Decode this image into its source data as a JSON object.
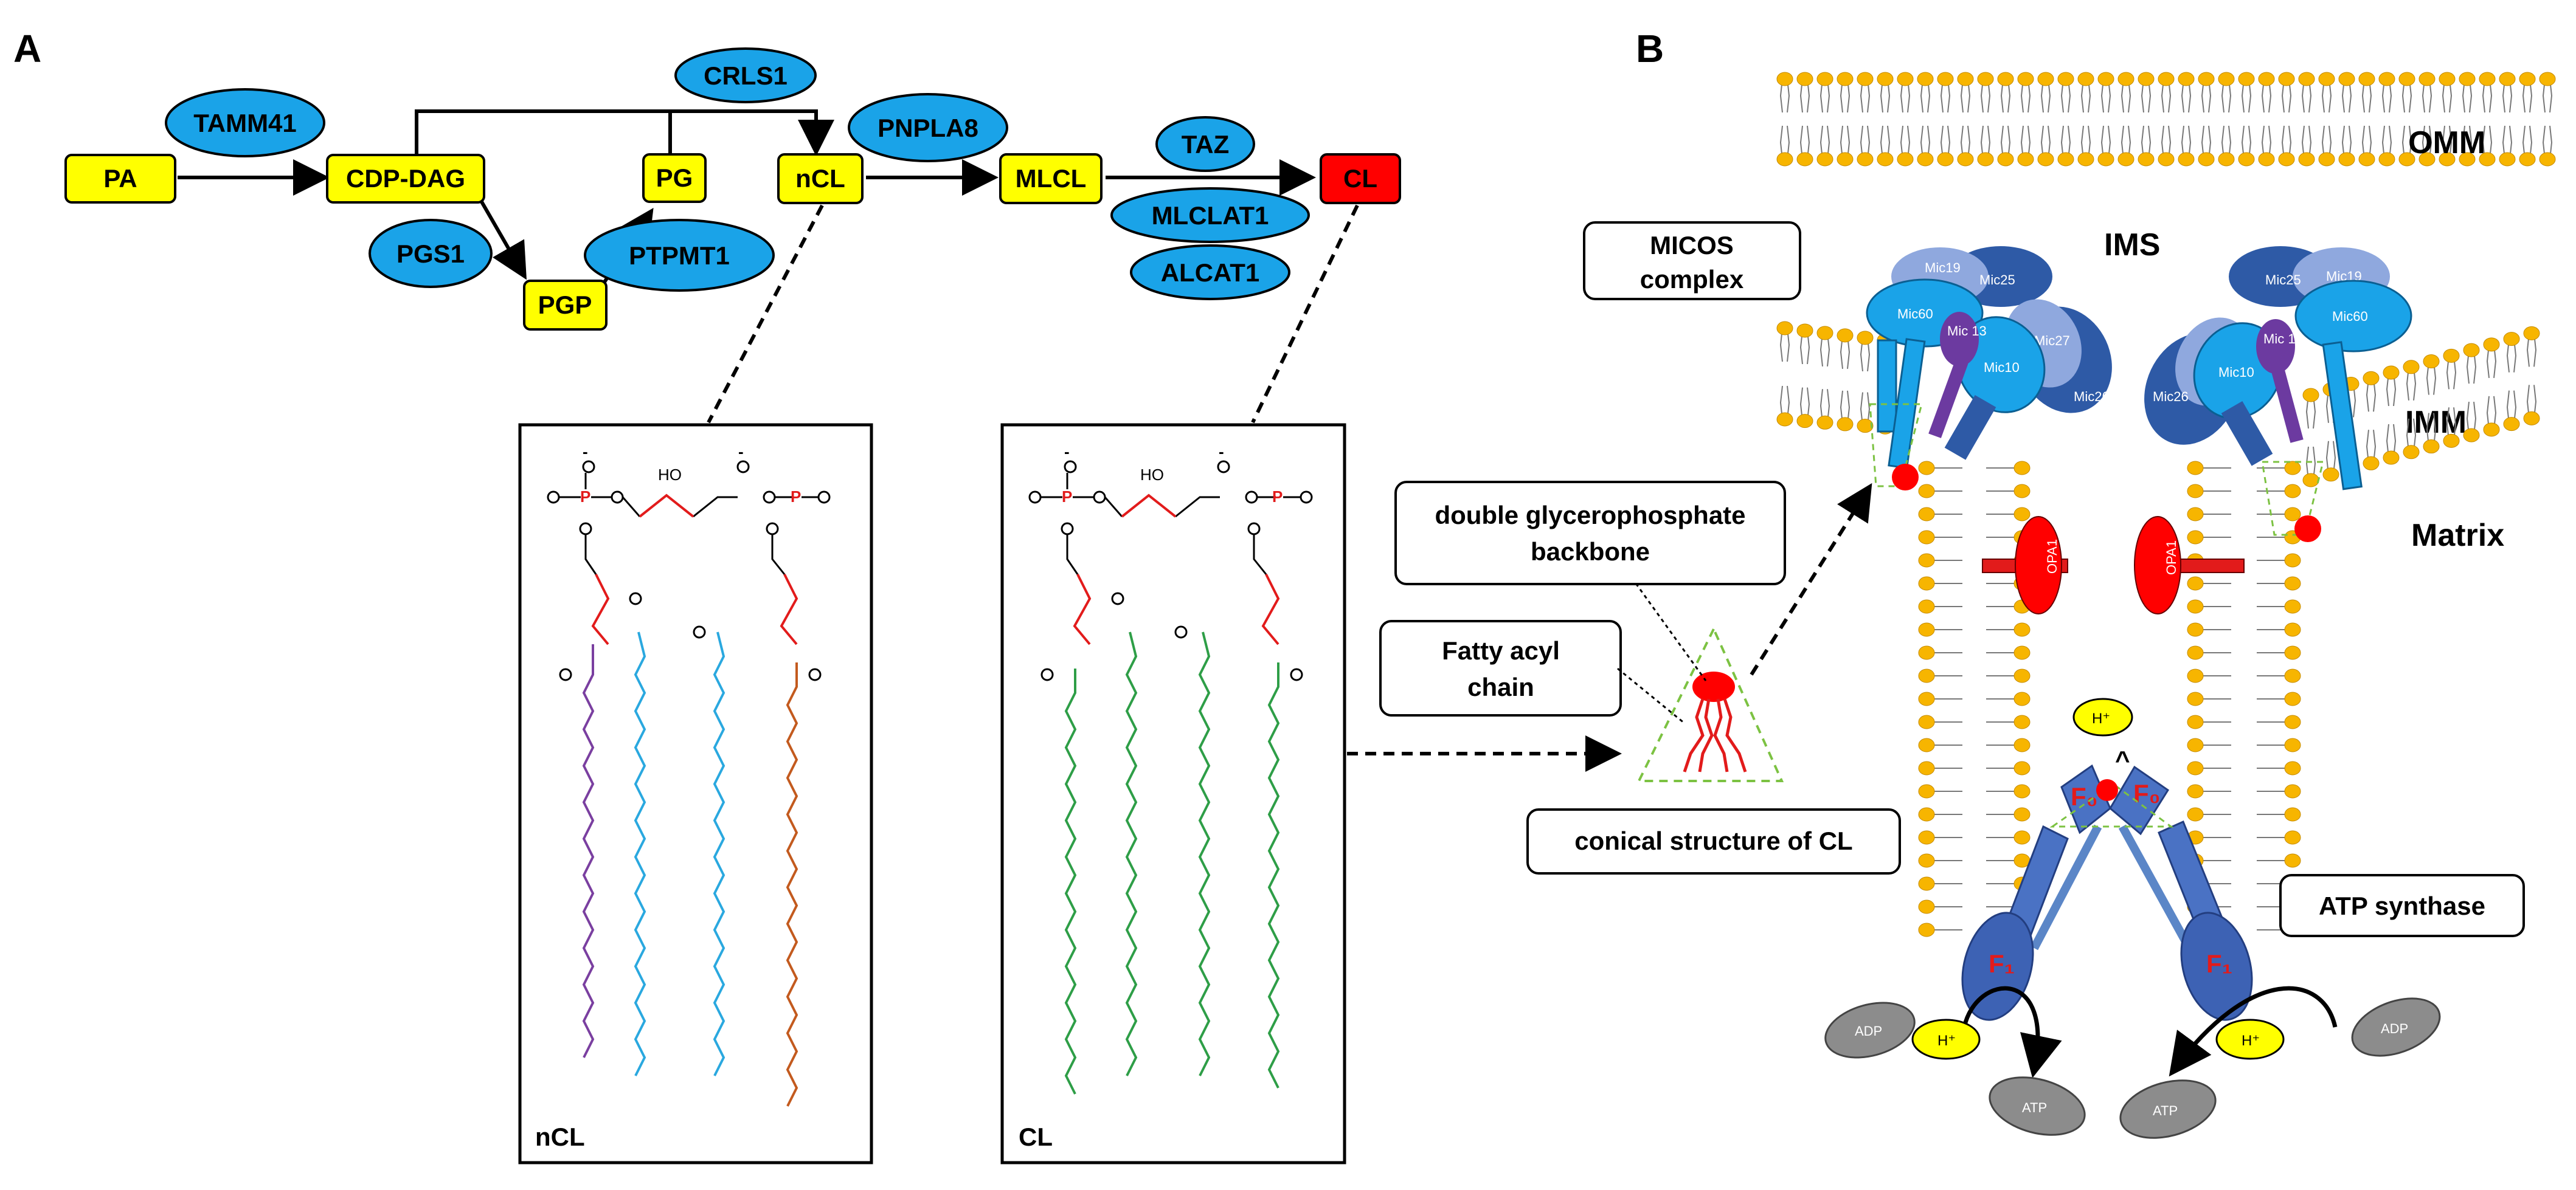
{
  "panel_labels": {
    "a": "A",
    "b": "B"
  },
  "colors": {
    "node_yellow": "#ffff00",
    "node_red": "#ff0000",
    "enzyme_blue": "#1aa3e8",
    "lipid_head": "#f7b500",
    "green": "#2e9e47",
    "purple": "#7a3fa0",
    "cyan": "#2aa8df",
    "orange": "#c35a1e"
  },
  "pathway": {
    "nodes": {
      "pa": "PA",
      "cdp_dag": "CDP-DAG",
      "pgp": "PGP",
      "pg": "PG",
      "ncl": "nCL",
      "mlcl": "MLCL",
      "cl": "CL"
    },
    "enzymes": {
      "tamm41": "TAMM41",
      "pgs1": "PGS1",
      "ptpmt1": "PTPMT1",
      "crls1": "CRLS1",
      "pnpla8": "PNPLA8",
      "taz": "TAZ",
      "mlclat1": "MLCLAT1",
      "alcat1": "ALCAT1"
    }
  },
  "structures": {
    "ncl_label": "nCL",
    "cl_label": "CL",
    "atoms": {
      "ho": "HO",
      "p": "P",
      "minus": "-"
    }
  },
  "callouts": {
    "double_backbone_line1": "double glycerophosphate",
    "double_backbone_line2": "backbone",
    "fatty_acyl_line1": "Fatty acyl",
    "fatty_acyl_line2": "chain",
    "conical": "conical structure of CL",
    "micos_line1": "MICOS",
    "micos_line2": "complex",
    "atp_synthase": "ATP synthase"
  },
  "regions": {
    "omm": "OMM",
    "ims": "IMS",
    "imm": "IMM",
    "matrix": "Matrix"
  },
  "proteins": {
    "mic19": "Mic19",
    "mic25": "Mic25",
    "mic60": "Mic60",
    "mic13": "Mic 13",
    "mic27": "Mic27",
    "mic10": "Mic10",
    "mic26": "Mic26",
    "opa1": "OPA1",
    "hplus": "H⁺",
    "adp": "ADP",
    "atp": "ATP",
    "f0": "F₀",
    "f1": "F₁",
    "caret": "^"
  }
}
